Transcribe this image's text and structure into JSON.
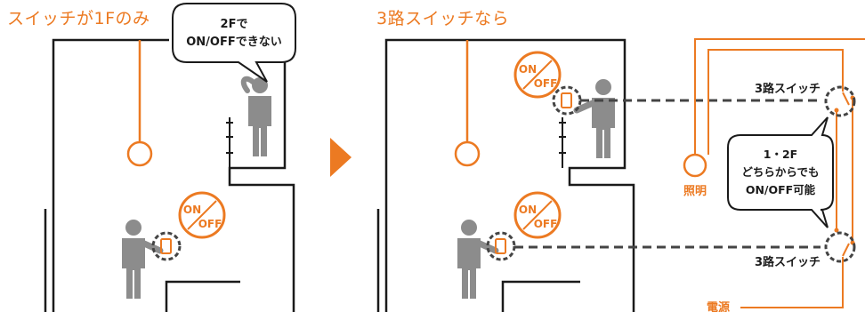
{
  "left": {
    "title": "スイッチが1Fのみ",
    "bubble_line1": "2Fで",
    "bubble_line2": "ON/OFFできない",
    "badge_on": "ON",
    "badge_off": "OFF"
  },
  "right": {
    "title": "3路スイッチなら",
    "badge_on": "ON",
    "badge_off": "OFF",
    "switch_upper_label": "3路スイッチ",
    "switch_lower_label": "3路スイッチ",
    "bubble_line1": "1・2F",
    "bubble_line2": "どちらからでも",
    "bubble_line3": "ON/OFF可能",
    "light_label": "照明",
    "power_label": "電源"
  },
  "colors": {
    "accent": "#ec7a22",
    "figure": "#8c8c8c",
    "wall": "#1a1a1a",
    "dashed": "#444444"
  },
  "icons": [
    "person-icon",
    "light-icon",
    "switch-icon",
    "arrow-right-icon"
  ]
}
